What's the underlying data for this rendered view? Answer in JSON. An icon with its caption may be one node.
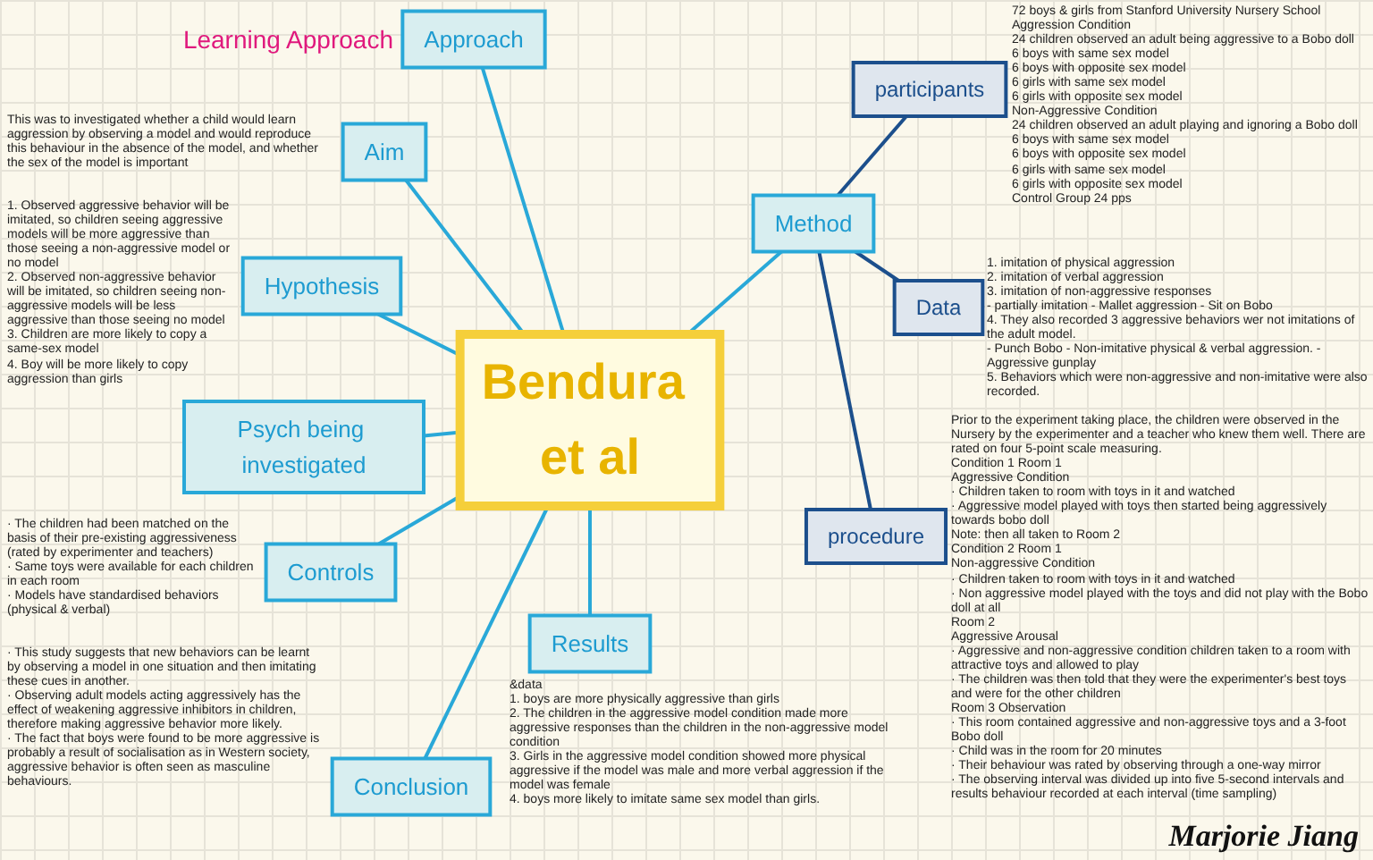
{
  "diagram": {
    "nodes": [
      {
        "text": [
          "Bendura et al"
        ]
      },
      {
        "text": [
          "Approach"
        ],
        "beside": [
          "Learning Approach"
        ]
      },
      {
        "text": [
          "Aim"
        ],
        "beside": [
          "This was to investigated whether a child would learn aggression by observing a model and would reproduce this behaviour in the absence of the model, and whether the sex of the model is important"
        ]
      },
      {
        "text": [
          "Hypothesis"
        ],
        "beside": [
          "1. Observed aggressive behavior will be imitated, so children seeing aggressive models will be more aggressive than those seeing a non-aggressive model or no model",
          "2. Observed non-aggressive behavior will be imitated, so children seeing non-aggressive models will be less aggressive than those seeing no model",
          "3. Children are more likely to copy a same-sex model",
          "4. Boy will be more likely to copy aggression than girls"
        ]
      },
      {
        "text": [
          "Psych being investigated"
        ]
      },
      {
        "text": [
          "Controls"
        ],
        "beside": [
          "· The children had been matched on the basis of their pre-existing aggressiveness (rated by experimenter and teachers)",
          "· Same toys were available for each children in each room",
          "· Models have standardised behaviors (physical & verbal)"
        ]
      },
      {
        "text": [
          "Method"
        ]
      },
      {
        "text": [
          "participants"
        ],
        "beside": [
          "72 boys & girls from Stanford University Nursery School",
          "Aggression Condition",
          "24 children observed an adult being aggressive to a Bobo doll",
          "6 boys with same sex model",
          "6 boys with opposite sex model",
          "6 girls with same sex model",
          "6 girls with opposite sex model",
          "Non-Aggressive Condition",
          "24 children observed an adult playing and ignoring a Bobo doll",
          "6 boys with same sex model",
          "6 boys with opposite sex model",
          "6 girls with same sex model",
          "6 girls with opposite sex model",
          "Control Group 24 pps"
        ]
      },
      {
        "text": [
          "Data"
        ],
        "beside": [
          "1. imitation of physical aggression",
          "2. imitation of verbal aggression",
          "3. imitation of non-aggressive responses",
          "- partially imitation - Mallet aggression - Sit on Bobo",
          "4. They also recorded 3 aggressive behaviors wer not imitations of the adult model.",
          "- Punch Bobo - Non-imitative physical & verbal aggression. - Aggressive gunplay",
          "5. Behaviors which were non-aggressive and non-imitative were also recorded."
        ]
      },
      {
        "text": [
          "procedure"
        ],
        "beside": [
          "Prior to the experiment taking place, the children were observed in the Nursery by the experimenter and a teacher who knew them well. There are rated on four 5-point scale measuring.",
          "Condition 1 Room 1",
          "Aggressive Condition",
          "· Children taken to room with toys in it and watched",
          "· Aggressive model played with toys then started being aggressively towards bobo doll",
          "Note: then all taken to Room 2",
          "Condition 2 Room 1",
          "Non-aggressive Condition",
          "· Children taken to room with toys in it and watched",
          "· Non aggressive model played with the toys and did not play with the Bobo doll at all",
          "Room 2",
          "Aggressive Arousal",
          "· Aggressive and non-aggressive condition children taken to a room with attractive toys and allowed to play",
          "· The children was then told that they were the experimenter's best toys and were for the other children",
          "Room 3 Observation",
          "· This room contained aggressive and non-aggressive toys and a 3-foot Bobo doll",
          "· Child was in the room for 20 minutes",
          "· Their behaviour was rated by observing through a one-way mirror",
          "· The observing interval was divided up into five 5-second intervals and results behaviour recorded at each interval (time sampling)"
        ]
      },
      {
        "text": [
          "Results"
        ],
        "beside": [
          "&data",
          "1. boys are more physically aggressive than girls",
          "2. The children in the aggressive model condition made more aggressive responses than the children in the non-aggressive model condition",
          "3. Girls in the aggressive model condition showed more physical aggressive if the model was male and more verbal aggression if the model was female",
          "4. boys more likely to imitate same sex model than girls."
        ]
      },
      {
        "text": [
          "Conclusion"
        ],
        "beside": [
          "· This study suggests that new behaviors can be learnt by observing a model in one situation and then imitating these cues in another.",
          "· Observing adult models acting aggressively has the effect of weakening aggressive inhibitors in children, therefore making aggressive behavior more likely.",
          "· The fact that boys were found to be more aggressive is probably a result of socialisation as in Western society, aggressive behavior is often seen as masculine behaviours."
        ]
      }
    ],
    "edges": [
      {
        "from": 0,
        "to": 1,
        "arrow": "none"
      },
      {
        "from": 0,
        "to": 2,
        "arrow": "none"
      },
      {
        "from": 0,
        "to": 3,
        "arrow": "none"
      },
      {
        "from": 0,
        "to": 4,
        "arrow": "none"
      },
      {
        "from": 0,
        "to": 5,
        "arrow": "none"
      },
      {
        "from": 0,
        "to": 6,
        "arrow": "none"
      },
      {
        "from": 6,
        "to": 7,
        "arrow": "none",
        "color": "#1c4f8c"
      },
      {
        "from": 6,
        "to": 8,
        "arrow": "none",
        "color": "#1c4f8c"
      },
      {
        "from": 6,
        "to": 9,
        "arrow": "none",
        "color": "#1c4f8c"
      },
      {
        "from": 0,
        "to": 10,
        "arrow": "none"
      },
      {
        "from": 0,
        "to": 11,
        "arrow": "none"
      }
    ],
    "labels": [
      "Marjorie Jiang"
    ]
  }
}
